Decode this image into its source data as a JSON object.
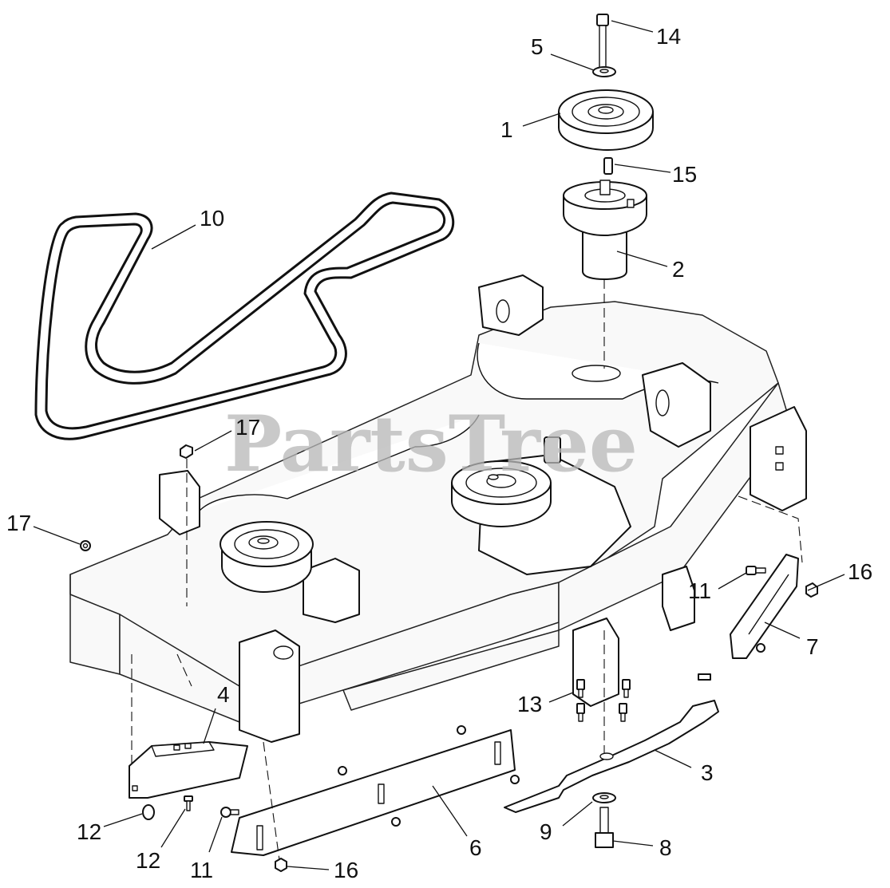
{
  "watermark": "PartsTree",
  "callouts": [
    {
      "id": "c14",
      "text": "14"
    },
    {
      "id": "c5",
      "text": "5"
    },
    {
      "id": "c1",
      "text": "1"
    },
    {
      "id": "c15",
      "text": "15"
    },
    {
      "id": "c10",
      "text": "10"
    },
    {
      "id": "c2",
      "text": "2"
    },
    {
      "id": "c17a",
      "text": "17"
    },
    {
      "id": "c17b",
      "text": "17"
    },
    {
      "id": "c16a",
      "text": "16"
    },
    {
      "id": "c11a",
      "text": "11"
    },
    {
      "id": "c7",
      "text": "7"
    },
    {
      "id": "c13",
      "text": "13"
    },
    {
      "id": "c4",
      "text": "4"
    },
    {
      "id": "c3",
      "text": "3"
    },
    {
      "id": "c6",
      "text": "6"
    },
    {
      "id": "c9",
      "text": "9"
    },
    {
      "id": "c8",
      "text": "8"
    },
    {
      "id": "c12a",
      "text": "12"
    },
    {
      "id": "c12b",
      "text": "12"
    },
    {
      "id": "c11b",
      "text": "11"
    },
    {
      "id": "c16b",
      "text": "16"
    }
  ],
  "colors": {
    "ink": "#111111",
    "watermark": "#b8b8b8",
    "background": "#ffffff"
  }
}
